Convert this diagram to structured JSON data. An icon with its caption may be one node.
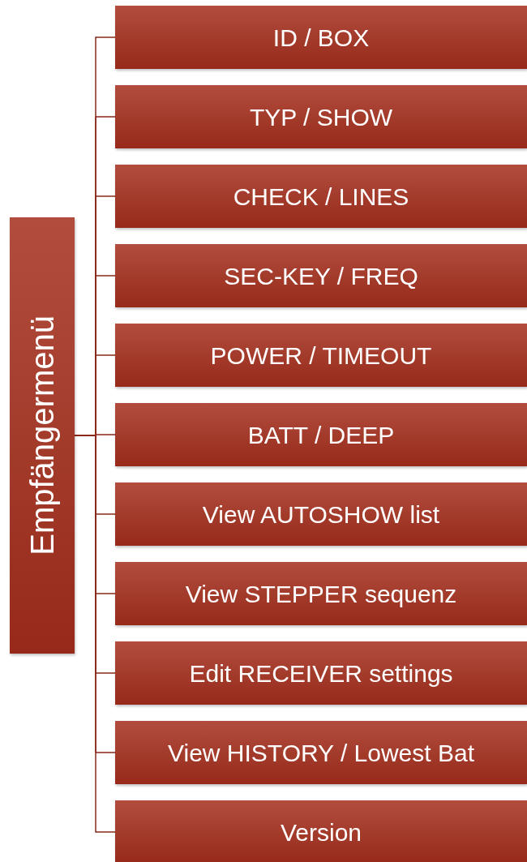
{
  "diagram": {
    "nodes": [
      {
        "text": [
          "Empfängermenü"
        ]
      },
      {
        "text": [
          "ID / BOX"
        ]
      },
      {
        "text": [
          "TYP / SHOW"
        ]
      },
      {
        "text": [
          "CHECK / LINES"
        ]
      },
      {
        "text": [
          "SEC-KEY / FREQ"
        ]
      },
      {
        "text": [
          "POWER / TIMEOUT"
        ]
      },
      {
        "text": [
          "BATT / DEEP"
        ]
      },
      {
        "text": [
          "View AUTOSHOW list"
        ]
      },
      {
        "text": [
          "View STEPPER sequenz"
        ]
      },
      {
        "text": [
          "Edit RECEIVER settings"
        ]
      },
      {
        "text": [
          "View HISTORY / Lowest Bat"
        ]
      },
      {
        "text": [
          "Version"
        ]
      }
    ],
    "edges": [
      {
        "from": 0,
        "to": 1,
        "arrow": "none"
      },
      {
        "from": 0,
        "to": 2,
        "arrow": "none"
      },
      {
        "from": 0,
        "to": 3,
        "arrow": "none"
      },
      {
        "from": 0,
        "to": 4,
        "arrow": "none"
      },
      {
        "from": 0,
        "to": 5,
        "arrow": "none"
      },
      {
        "from": 0,
        "to": 6,
        "arrow": "none"
      },
      {
        "from": 0,
        "to": 7,
        "arrow": "none"
      },
      {
        "from": 0,
        "to": 8,
        "arrow": "none"
      },
      {
        "from": 0,
        "to": 9,
        "arrow": "none"
      },
      {
        "from": 0,
        "to": 10,
        "arrow": "none"
      },
      {
        "from": 0,
        "to": 11,
        "arrow": "none"
      }
    ]
  }
}
